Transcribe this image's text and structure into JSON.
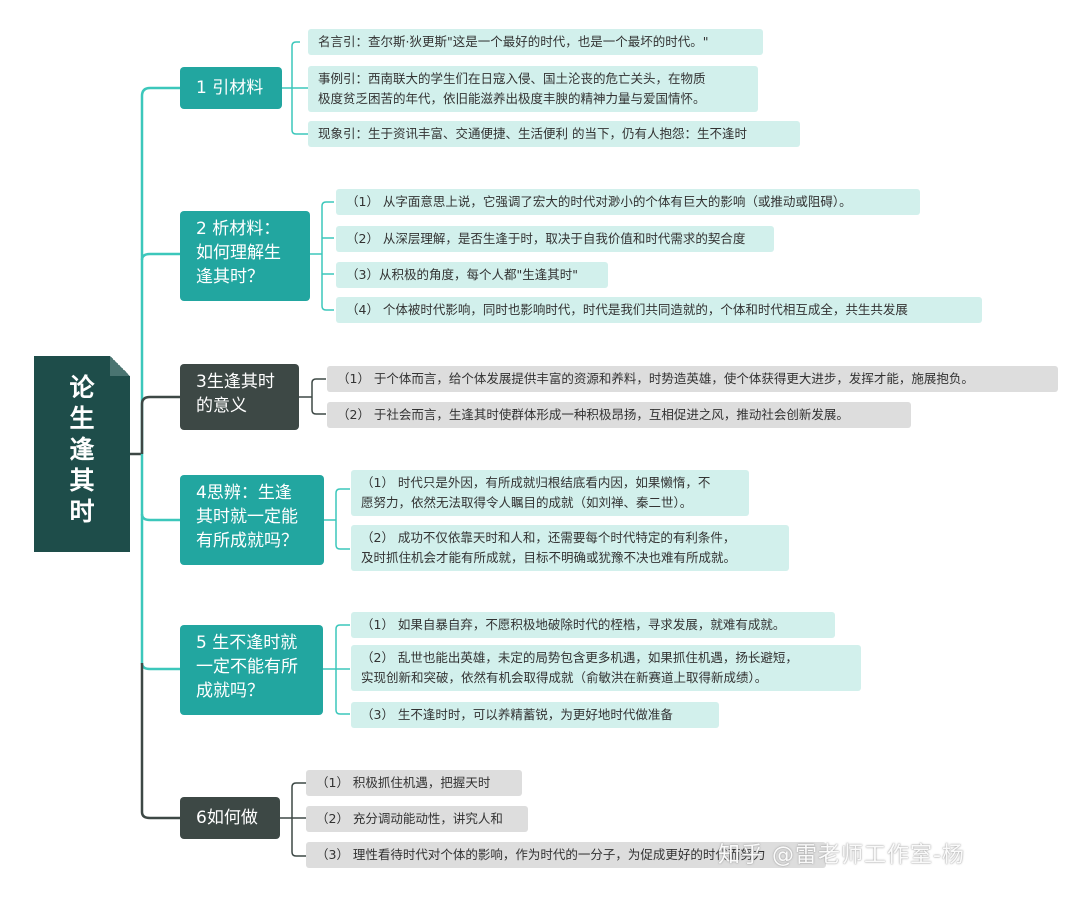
{
  "title_chars": [
    "论",
    "生",
    "逢",
    "其",
    "时"
  ],
  "branches": [
    {
      "label": "1 引材料",
      "leaves": [
        "名言引：查尔斯·狄更斯\"这是一个最好的时代，也是一个最坏的时代。\"",
        "事例引：西南联大的学生们在日寇入侵、国土沦丧的危亡关头，在物质\n极度贫乏困苦的年代，依旧能滋养出极度丰腴的精神力量与爱国情怀。",
        "现象引：生于资讯丰富、交通便捷、生活便利 的当下，仍有人抱怨：生不逢时"
      ]
    },
    {
      "label": "2 析材料：\n如何理解生\n逢其时？",
      "leaves": [
        "（1） 从字面意思上说，它强调了宏大的时代对渺小的个体有巨大的影响（或推动或阻碍）。",
        "（2） 从深层理解，是否生逢于时，取决于自我价值和时代需求的契合度",
        "（3）从积极的角度，每个人都\"生逢其时\"",
        "（4） 个体被时代影响，同时也影响时代，时代是我们共同造就的，个体和时代相互成全，共生共发展"
      ]
    },
    {
      "label": "3生逢其时\n的意义",
      "leaves": [
        "（1） 于个体而言，给个体发展提供丰富的资源和养料，时势造英雄，使个体获得更大进步，发挥才能，施展抱负。",
        "（2） 于社会而言，生逢其时使群体形成一种积极昂扬，互相促进之风，推动社会创新发展。"
      ]
    },
    {
      "label": "4思辨：生逢\n其时就一定能\n有所成就吗？",
      "leaves": [
        "（1） 时代只是外因，有所成就归根结底看内因，如果懒惰，不\n愿努力，依然无法取得令人瞩目的成就（如刘禅、秦二世）。",
        "（2） 成功不仅依靠天时和人和，还需要每个时代特定的有利条件，\n及时抓住机会才能有所成就，目标不明确或犹豫不决也难有所成就。"
      ]
    },
    {
      "label": "5 生不逢时就\n一定不能有所\n成就吗？",
      "leaves": [
        "（1） 如果自暴自弃，不愿积极地破除时代的桎梏，寻求发展，就难有成就。",
        "（2） 乱世也能出英雄，未定的局势包含更多机遇，如果抓住机遇，扬长避短，\n实现创新和突破，依然有机会取得成就（俞敏洪在新赛道上取得新成绩）。",
        "（3） 生不逢时时，可以养精蓄锐，为更好地时代做准备"
      ]
    },
    {
      "label": "6如何做",
      "leaves": [
        "（1） 积极抓住机遇，把握天时",
        "（2） 充分调动能动性，讲究人和",
        "（3） 理性看待时代对个体的影响，作为时代的一分子，为促成更好的时代而努力"
      ]
    }
  ],
  "watermark": "知乎 @雷老师工作室-杨",
  "colors": {
    "root": "#1e4d4a",
    "teal_branch": "#22a6a0",
    "dark_branch": "#3d4845",
    "teal_leaf": "#d2f0ec",
    "gray_leaf": "#dddddd",
    "teal_line": "#3cc7bb",
    "dark_line": "#3d4845"
  }
}
